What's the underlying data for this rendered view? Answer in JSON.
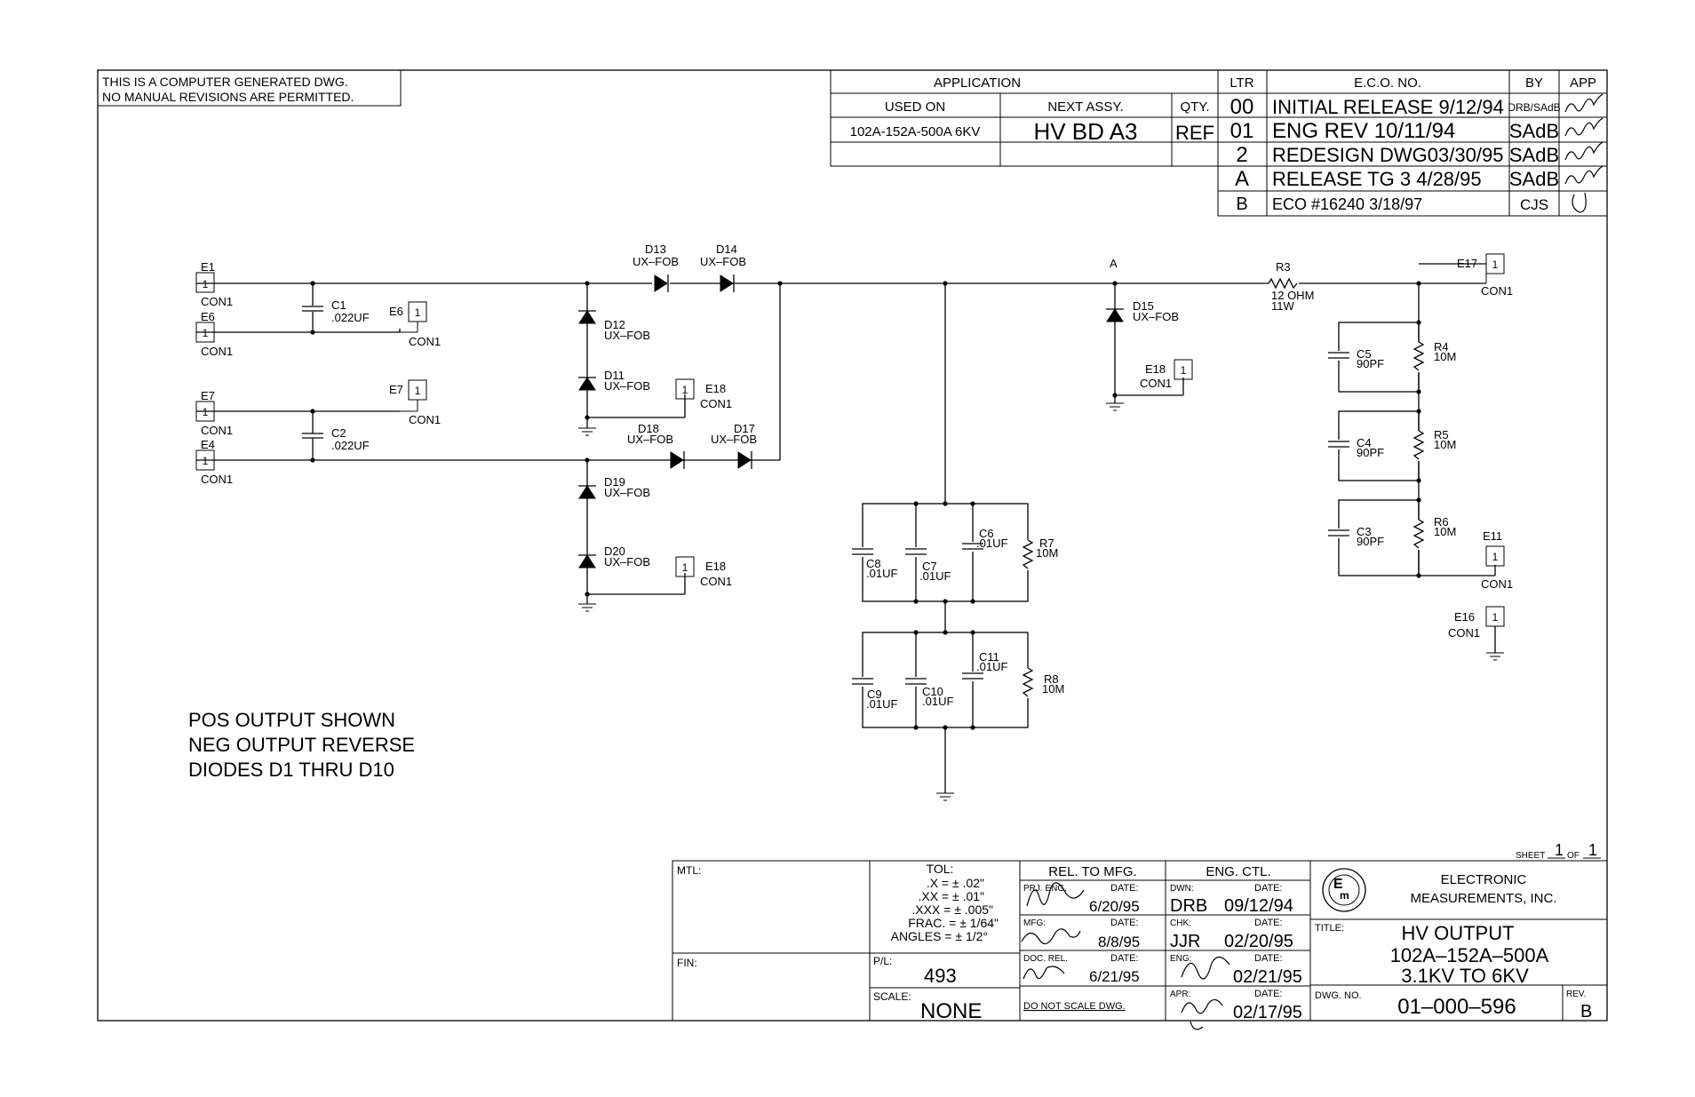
{
  "notice": {
    "line1": "THIS IS A COMPUTER GENERATED DWG.",
    "line2": "NO MANUAL REVISIONS ARE PERMITTED."
  },
  "application": {
    "header": "APPLICATION",
    "used_on_label": "USED ON",
    "next_assy_label": "NEXT ASSY.",
    "qty_label": "QTY.",
    "used_on": "102A-152A-500A 6KV",
    "next_assy": "HV  BD  A3",
    "qty": "REF"
  },
  "revisions": {
    "ltr_label": "LTR",
    "eco_label": "E.C.O. NO.",
    "by_label": "BY",
    "app_label": "APP",
    "rows": [
      {
        "ltr": "00",
        "eco": "INITIAL  RELEASE  9/12/94",
        "by": "DRB/SAdB"
      },
      {
        "ltr": "01",
        "eco": "ENG  REV  10/11/94",
        "by": "SAdB"
      },
      {
        "ltr": "2",
        "eco": "REDESIGN  DWG03/30/95",
        "by": "SAdB"
      },
      {
        "ltr": "A",
        "eco": "RELEASE  TG  3  4/28/95",
        "by": "SAdB"
      },
      {
        "ltr": "B",
        "eco": "ECO  #16240      3/18/97",
        "by": "CJS"
      }
    ]
  },
  "labels": {
    "e1": "E1",
    "e6a": "E6",
    "e6b": "E6",
    "e7a": "E7",
    "e7b": "E7",
    "e4": "E4",
    "e17": "E17",
    "e18a": "E18",
    "e18b": "E18",
    "e18c": "E18",
    "e11": "E11",
    "e16": "E16",
    "pin": "1",
    "con1": "CON1",
    "c1": "C1",
    "c1v": ".022UF",
    "c2": "C2",
    "c2v": ".022UF",
    "d13": "D13",
    "d14": "D14",
    "d12": "D12",
    "d11": "D11",
    "d18": "D18",
    "d17": "D17",
    "d19": "D19",
    "d20": "D20",
    "d15": "D15",
    "diode_type": "UX–FOB",
    "node_a": "A",
    "r3": "R3",
    "r3v": "12  OHM",
    "r3w": "11W",
    "r4": "R4",
    "r5": "R5",
    "r6": "R6",
    "r7": "R7",
    "r8": "R8",
    "rv": "10M",
    "c5": "C5",
    "c4": "C4",
    "c3": "C3",
    "pf": "90PF",
    "c6": "C6",
    "c7": "C7",
    "c8": "C8",
    "c9": "C9",
    "c10": "C10",
    "c11": "C11",
    "cv": ".01UF"
  },
  "note": {
    "line1": "POS  OUTPUT  SHOWN",
    "line2": "NEG  OUTPUT  REVERSE",
    "line3": "DIODES  D1  THRU  D10"
  },
  "sheet": {
    "label": "SHEET",
    "num": "1",
    "of": "OF",
    "total": "1"
  },
  "title_block": {
    "mtl_label": "MTL:",
    "fin_label": "FIN:",
    "tol_label": "TOL:",
    "tol_lines": [
      ".X    =  ±  .02\"",
      ".XX    =  ±  .01\"",
      ".XXX    =  ±  .005\"",
      "FRAC.    =  ±  1/64\"",
      "ANGLES  =  ±  1/2°"
    ],
    "pl_label": "P/L:",
    "pl": "493",
    "scale_label": "SCALE:",
    "scale": "NONE",
    "rel_mfg": "REL.  TO  MFG.",
    "eng_ctl": "ENG.  CTL.",
    "prj_eng": "PRJ.  ENG.",
    "date_label": "DATE:",
    "mfg_label": "MFG:",
    "doc_rel": "DOC.  REL.",
    "do_not_scale": "DO  NOT  SCALE  DWG.",
    "dwn_label": "DWN:",
    "chk_label": "CHK:",
    "eng_label": "ENG:",
    "apr_label": "APR:",
    "dwn": "DRB",
    "dwn_date": "09/12/94",
    "chk": "JJR",
    "chk_date": "02/20/95",
    "eng_date": "02/21/95",
    "apr_date": "02/17/95",
    "prj_date": "6/20/95",
    "mfg_date": "8/8/95",
    "doc_date": "6/21/95",
    "company1": "ELECTRONIC",
    "company2": "MEASUREMENTS,  INC.",
    "title_label": "TITLE:",
    "title1": "HV  OUTPUT",
    "title2": "102A–152A–500A",
    "title3": "3.1KV  TO  6KV",
    "dwg_label": "DWG.  NO.",
    "dwg_no": "01–000–596",
    "rev_label": "REV.",
    "rev": "B"
  }
}
